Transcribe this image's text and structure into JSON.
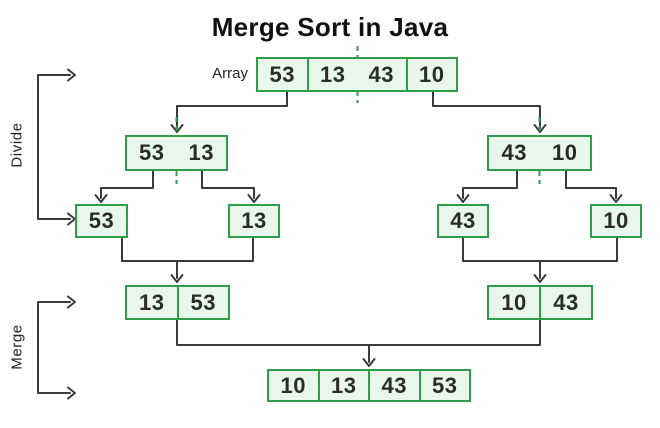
{
  "title": "Merge Sort in Java",
  "labels": {
    "array": "Array",
    "divide": "Divide",
    "merge": "Merge"
  },
  "colors": {
    "green": "#2f9e4b",
    "green_fill": "#e8f6ec",
    "line": "#3a3a3a",
    "text": "#2b2b2b",
    "title_text": "#111111",
    "background": "#ffffff"
  },
  "diagram": {
    "type": "merge-sort-recursion-tree",
    "levels": [
      {
        "stage": "array",
        "nodes": [
          [
            "53",
            "13",
            "43",
            "10"
          ]
        ]
      },
      {
        "stage": "divide",
        "nodes": [
          [
            "53",
            "13"
          ],
          [
            "43",
            "10"
          ]
        ]
      },
      {
        "stage": "divide",
        "nodes": [
          [
            "53"
          ],
          [
            "13"
          ],
          [
            "43"
          ],
          [
            "10"
          ]
        ]
      },
      {
        "stage": "merge",
        "nodes": [
          [
            "13",
            "53"
          ],
          [
            "10",
            "43"
          ]
        ]
      },
      {
        "stage": "merge",
        "nodes": [
          [
            "10",
            "13",
            "43",
            "53"
          ]
        ]
      }
    ]
  }
}
